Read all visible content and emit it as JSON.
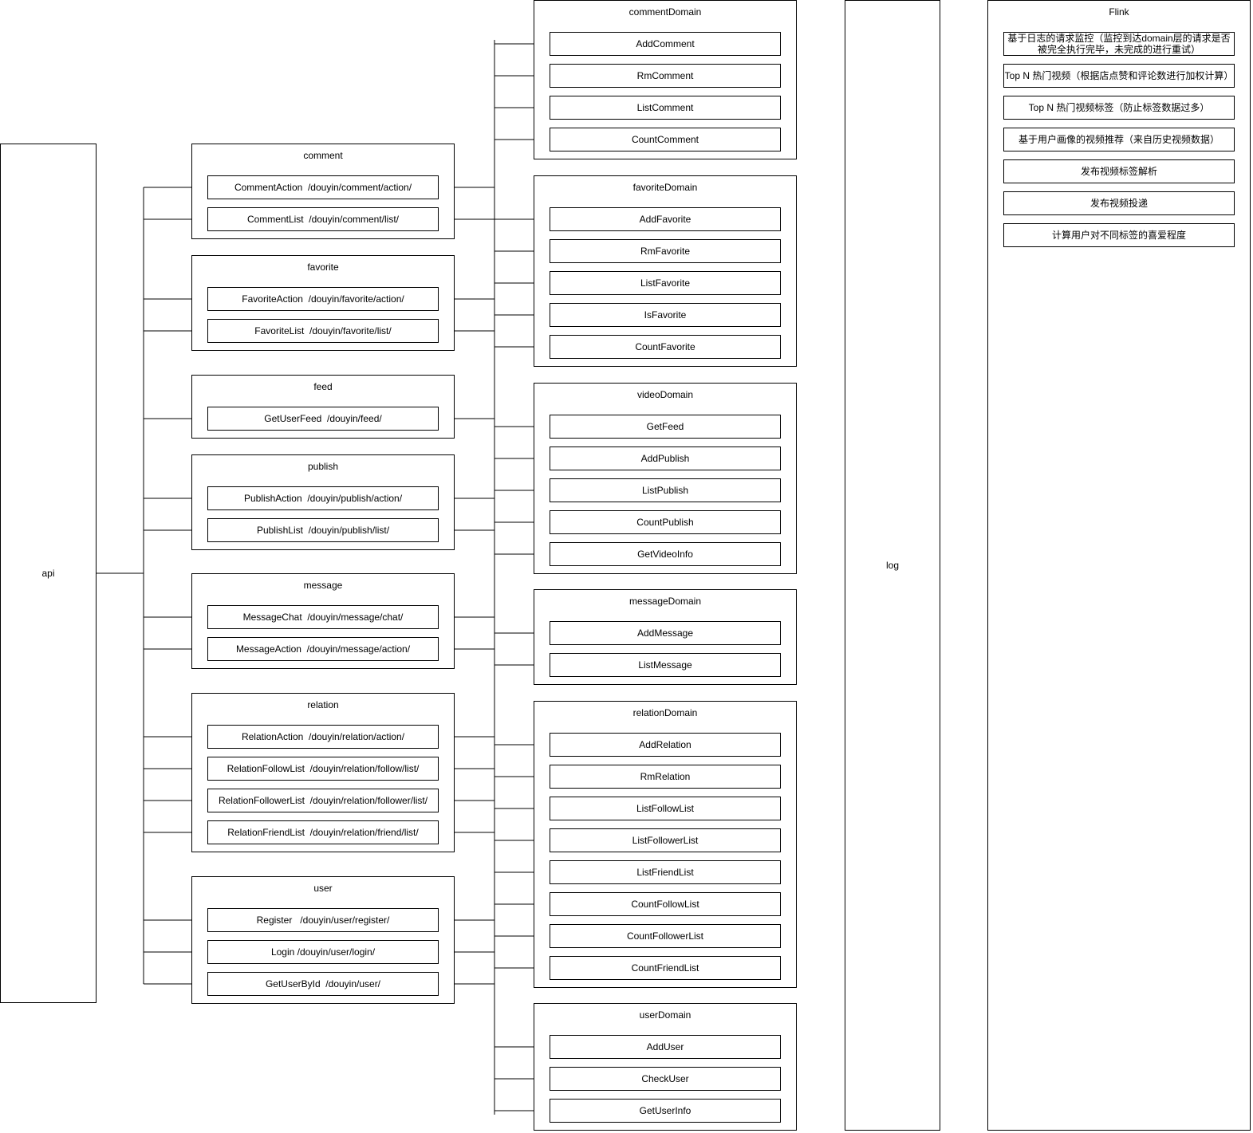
{
  "api": {
    "label": "api"
  },
  "log": {
    "label": "log"
  },
  "groups": [
    {
      "title": "comment",
      "items": [
        "CommentAction  /douyin/comment/action/",
        "CommentList  /douyin/comment/list/"
      ]
    },
    {
      "title": "favorite",
      "items": [
        "FavoriteAction  /douyin/favorite/action/",
        "FavoriteList  /douyin/favorite/list/"
      ]
    },
    {
      "title": "feed",
      "items": [
        "GetUserFeed  /douyin/feed/"
      ]
    },
    {
      "title": "publish",
      "items": [
        "PublishAction  /douyin/publish/action/",
        "PublishList  /douyin/publish/list/"
      ]
    },
    {
      "title": "message",
      "items": [
        "MessageChat  /douyin/message/chat/",
        "MessageAction  /douyin/message/action/"
      ]
    },
    {
      "title": "relation",
      "items": [
        "RelationAction  /douyin/relation/action/",
        "RelationFollowList  /douyin/relation/follow/list/",
        "RelationFollowerList  /douyin/relation/follower/list/",
        "RelationFriendList  /douyin/relation/friend/list/"
      ]
    },
    {
      "title": "user",
      "items": [
        "Register   /douyin/user/register/",
        "Login /douyin/user/login/",
        "GetUserById  /douyin/user/"
      ]
    }
  ],
  "domains": [
    {
      "title": "commentDomain",
      "items": [
        "AddComment",
        "RmComment",
        "ListComment",
        "CountComment"
      ]
    },
    {
      "title": "favoriteDomain",
      "items": [
        "AddFavorite",
        "RmFavorite",
        "ListFavorite",
        "IsFavorite",
        "CountFavorite"
      ]
    },
    {
      "title": "videoDomain",
      "items": [
        "GetFeed",
        "AddPublish",
        "ListPublish",
        "CountPublish",
        "GetVideoInfo"
      ]
    },
    {
      "title": "messageDomain",
      "items": [
        "AddMessage",
        "ListMessage"
      ]
    },
    {
      "title": "relationDomain",
      "items": [
        "AddRelation",
        "RmRelation",
        "ListFollowList",
        "ListFollowerList",
        "ListFriendList",
        "CountFollowList",
        "CountFollowerList",
        "CountFriendList"
      ]
    },
    {
      "title": "userDomain",
      "items": [
        "AddUser",
        "CheckUser",
        "GetUserInfo"
      ]
    }
  ],
  "flink": {
    "title": "Flink",
    "items": [
      "基于日志的请求监控（监控到达domain层的请求是否被完全执行完毕，未完成的进行重试）",
      "Top N 热门视频（根据店点赞和评论数进行加权计算）",
      "Top N 热门视频标签（防止标签数据过多）",
      "基于用户画像的视频推荐（来自历史视频数据）",
      "发布视频标签解析",
      "发布视频投递",
      "计算用户对不同标签的喜爱程度"
    ]
  }
}
